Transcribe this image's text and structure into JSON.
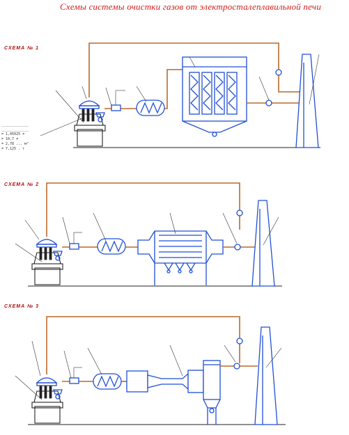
{
  "title": "Схемы системы очистки газов от электросталеплавильной печи",
  "schemes": [
    {
      "label": "СХЕМА № 1"
    },
    {
      "label": "СХЕМА № 2"
    },
    {
      "label": "СХЕМА № 3"
    }
  ],
  "calc_notes": [
    "_____________",
    "_____________",
    "= 1,45025 ≠",
    "= 10,7 ≠",
    "= 2,78 ... м³",
    "= 7,125 . т"
  ],
  "colors": {
    "title": "#d81b1b",
    "equipment": "#1f4fd6",
    "duct": "#b86a2a",
    "leader": "#333333"
  }
}
